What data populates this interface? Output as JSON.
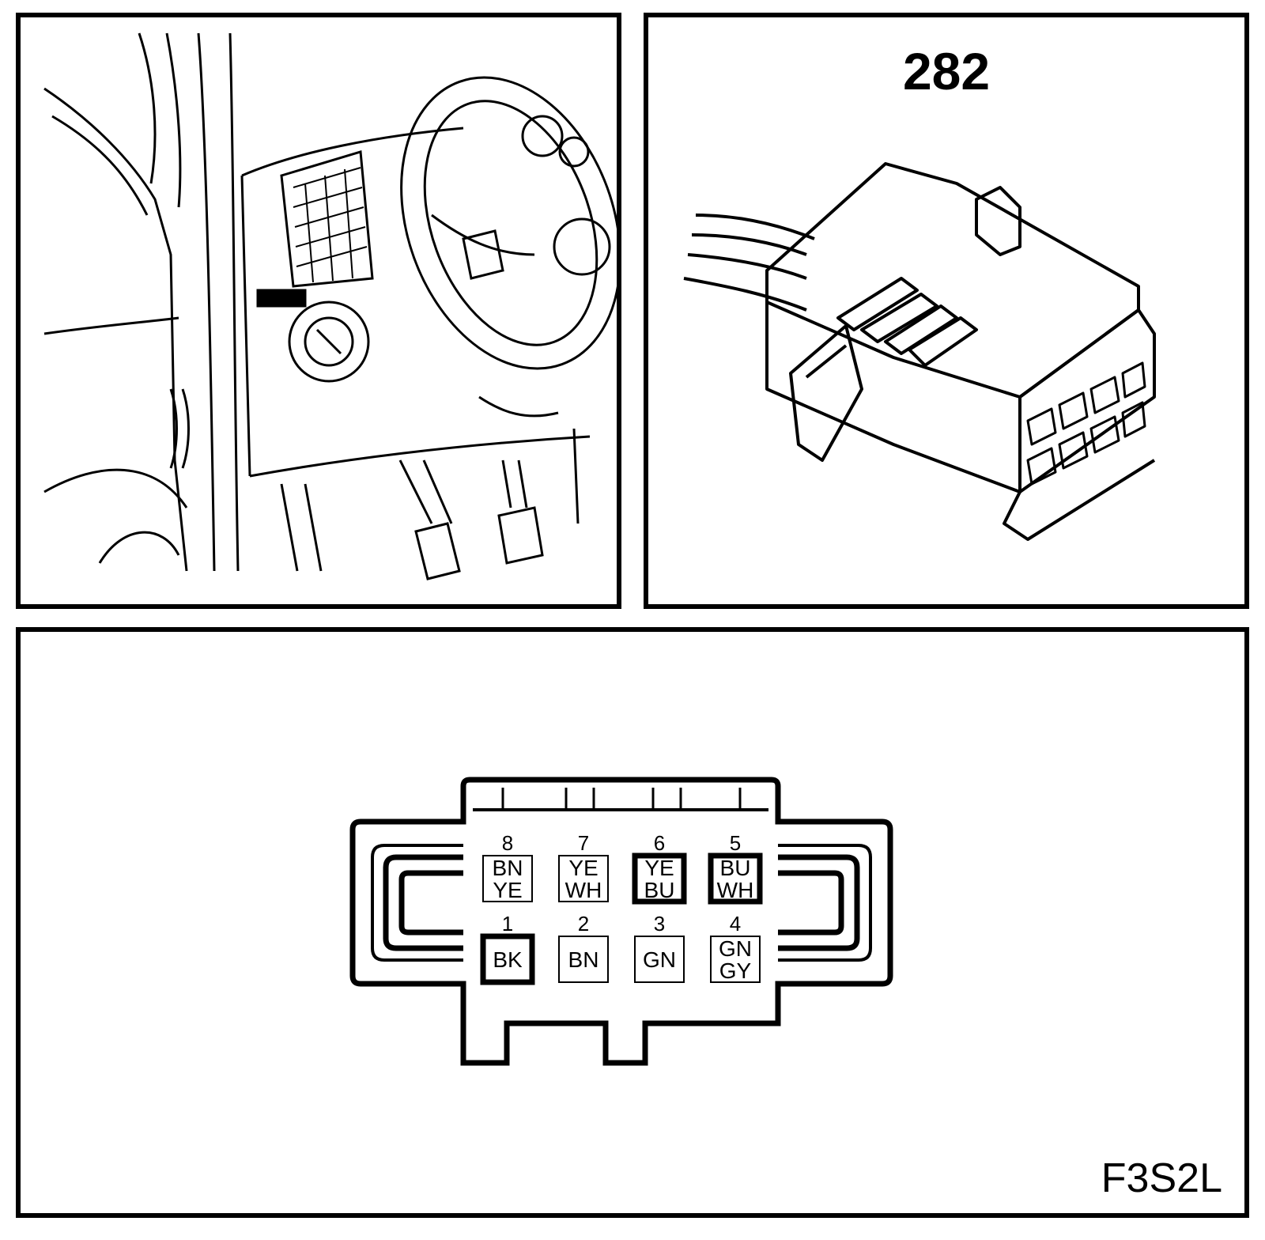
{
  "connector": {
    "id": "282"
  },
  "figure_code": "F3S2L",
  "pinout": {
    "top_row": [
      {
        "pin": "8",
        "line1": "BN",
        "line2": "YE",
        "heavy": false
      },
      {
        "pin": "7",
        "line1": "YE",
        "line2": "WH",
        "heavy": false
      },
      {
        "pin": "6",
        "line1": "YE",
        "line2": "BU",
        "heavy": true
      },
      {
        "pin": "5",
        "line1": "BU",
        "line2": "WH",
        "heavy": true
      }
    ],
    "bottom_row": [
      {
        "pin": "1",
        "line1": "BK",
        "line2": "",
        "heavy": true
      },
      {
        "pin": "2",
        "line1": "BN",
        "line2": "",
        "heavy": false
      },
      {
        "pin": "3",
        "line1": "GN",
        "line2": "",
        "heavy": false
      },
      {
        "pin": "4",
        "line1": "GN",
        "line2": "GY",
        "heavy": false
      }
    ]
  }
}
